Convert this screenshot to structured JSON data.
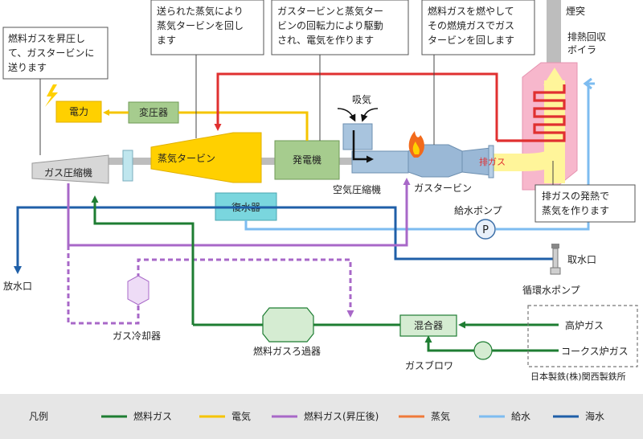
{
  "notes": {
    "gas_compressor": [
      "燃料ガスを昇圧し",
      "て、ガスタービンに",
      "送ります"
    ],
    "steam_turbine": [
      "送られた蒸気により",
      "蒸気タービンを回し",
      "ます"
    ],
    "generator": [
      "ガスタービンと蒸気ター",
      "ビンの回転力により駆動",
      "され、電気を作ります"
    ],
    "gas_turbine": [
      "燃料ガスを燃やして",
      "その燃焼ガスでガス",
      "タービンを回します"
    ],
    "exhaust_heat": [
      "排ガスの発熱で",
      "蒸気を作ります"
    ]
  },
  "labels": {
    "chimney": "煙突",
    "hrsg": [
      "排熱回収",
      "ボイラ"
    ],
    "power": "電力",
    "transformer": "変圧器",
    "intake": "吸気",
    "gas_compressor": "ガス圧縮機",
    "steam_turbine": "蒸気タービン",
    "generator": "発電機",
    "condenser": "復水器",
    "air_compressor": "空気圧縮機",
    "gas_turbine": "ガスタービン",
    "exhaust_gas": "排ガス",
    "feed_pump": "給水ポンプ",
    "pump_symbol": "P",
    "water_intake": "取水口",
    "circulating_pump": "循環水ポンプ",
    "discharge": "放水口",
    "gas_cooler": "ガス冷却器",
    "fuel_filter": "燃料ガスろ過器",
    "mixer": "混合器",
    "blower": "ガスブロワ",
    "blast_furnace_gas": "高炉ガス",
    "coke_oven_gas": "コークス炉ガス",
    "steelworks": "日本製鉄(株)関西製鉄所"
  },
  "legend": {
    "title": "凡例",
    "items": [
      {
        "label": "燃料ガス",
        "color": "#1e7d32",
        "style": "solid"
      },
      {
        "label": "電気",
        "color": "#f5c400",
        "style": "solid"
      },
      {
        "label": "燃料ガス(昇圧後)",
        "color": "#a868c8",
        "style": "solid"
      },
      {
        "label": "蒸気",
        "color": "#ef7a3a",
        "style": "solid"
      },
      {
        "label": "給水",
        "color": "#7dbcf0",
        "style": "solid"
      },
      {
        "label": "海水",
        "color": "#1f5fa8",
        "style": "solid"
      }
    ]
  },
  "colors": {
    "fuel_gas": "#1e7d32",
    "electricity": "#f5c400",
    "boosted_gas": "#a868c8",
    "steam_red": "#e03030",
    "feed_water": "#7dbcf0",
    "seawater": "#1f5fa8",
    "shaft": "#bdbdbd",
    "green_box": "#a6cc8e",
    "boiler_pink": "#f7b7cc",
    "turbine_blue": "#9ab8d6"
  }
}
